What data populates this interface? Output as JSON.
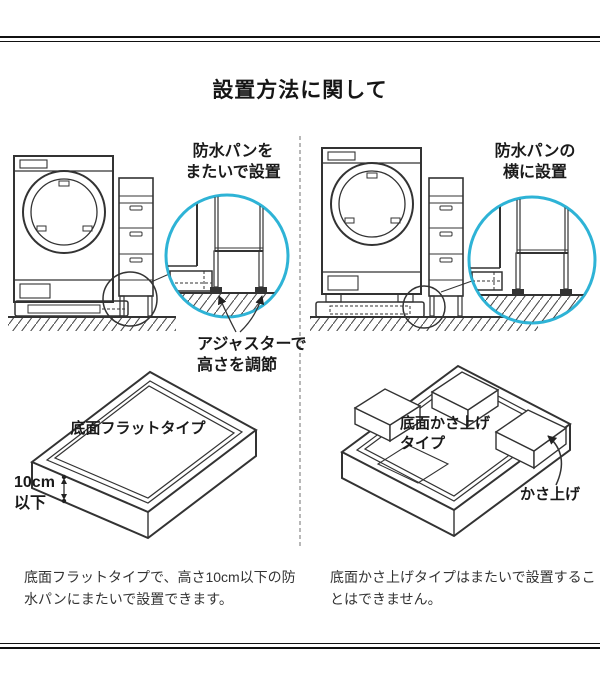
{
  "title": "設置方法に関して",
  "colors": {
    "highlight": "#2eb3d6",
    "line_art": "#333333",
    "text": "#333333"
  },
  "left_panel": {
    "callout_straddle": "防水パンを\nまたいで設置",
    "callout_adjuster": "アジャスターで\n高さを調節",
    "tray_label": "底面フラットタイプ",
    "dimension": "10cm\n以下",
    "caption": "底面フラットタイプで、高さ10cm以下の防\n水パンにまたいで設置できます。"
  },
  "right_panel": {
    "callout_side": "防水パンの\n横に設置",
    "tray_label": "底面かさ上げ\nタイプ",
    "raise_label": "かさ上げ",
    "caption": "底面かさ上げタイプはまたいで設置するこ\nとはできません。"
  }
}
